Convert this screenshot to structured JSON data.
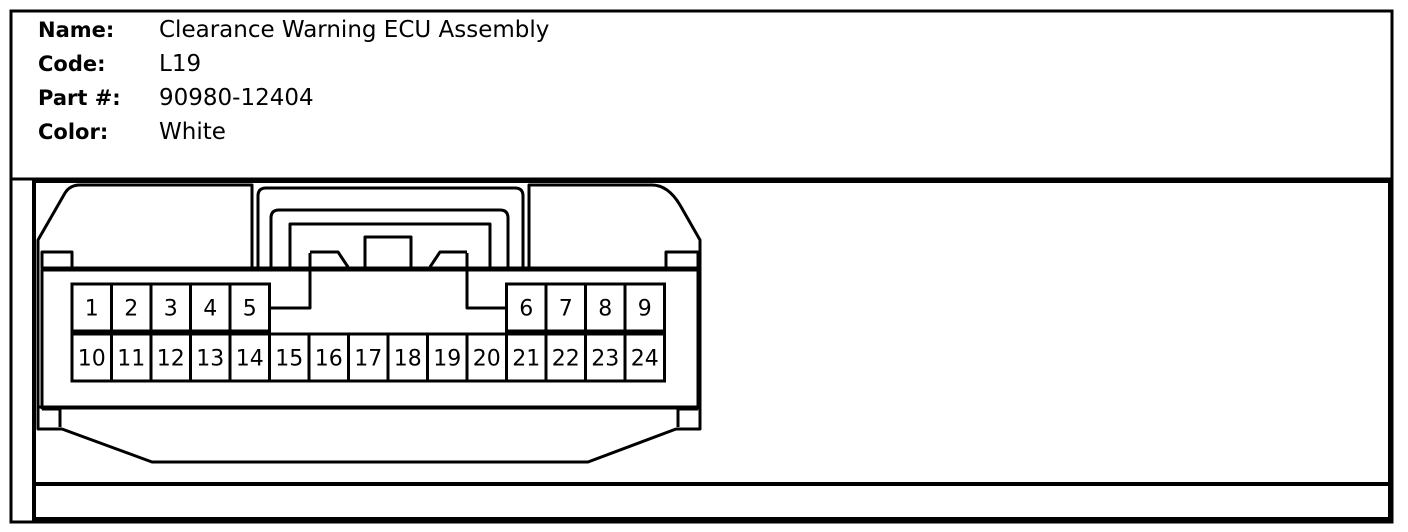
{
  "connector": {
    "fields": [
      {
        "label": "Name:",
        "value": "Clearance Warning ECU Assembly"
      },
      {
        "label": "Code:",
        "value": "L19"
      },
      {
        "label": "Part #:",
        "value": "90980-12404"
      },
      {
        "label": "Color:",
        "value": "White"
      }
    ]
  },
  "pinout": {
    "top_row": [
      "1",
      "2",
      "3",
      "4",
      "5",
      "6",
      "7",
      "8",
      "9"
    ],
    "bottom_row": [
      "10",
      "11",
      "12",
      "13",
      "14",
      "15",
      "16",
      "17",
      "18",
      "19",
      "20",
      "21",
      "22",
      "23",
      "24"
    ]
  }
}
